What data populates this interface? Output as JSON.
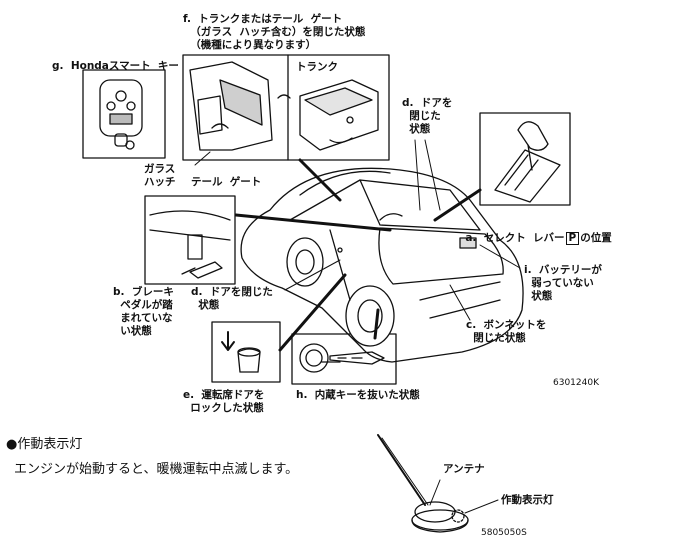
{
  "diagram": {
    "labels": {
      "f": "f.  トランクまたはテール  ゲート\n  （ガラス  ハッチ含む）を閉じた状態\n  （機種により異なります）",
      "g": "g.  Hondaスマート  キー",
      "trunk": "トランク",
      "d_top": "d.  ドアを\n  閉じた\n  状態",
      "glass_hatch": "ガラス\nハッチ",
      "tail_gate": "テール  ゲート",
      "a_prefix": "a.  セレクト  レバー",
      "a_box": "P",
      "a_suffix": "の位置",
      "i": "i.  バッテリーが\n  弱っていない\n  状態",
      "b": "b.  ブレーキ\n  ペダルが踏\n  まれていな\n  い状態",
      "d_mid": "d.  ドアを閉じた\n  状態",
      "c": "c.  ボンネットを\n  閉じた状態",
      "e": "e.  運転席ドアを\n  ロックした状態",
      "h": "h.  内蔵キーを抜いた状態",
      "code1": "6301240K"
    }
  },
  "section": {
    "title": "●作動表示灯",
    "text": "エンジンが始動すると、暖機運転中点滅します。",
    "antenna": "アンテナ",
    "indicator": "作動表示灯",
    "code2": "5805050S"
  }
}
